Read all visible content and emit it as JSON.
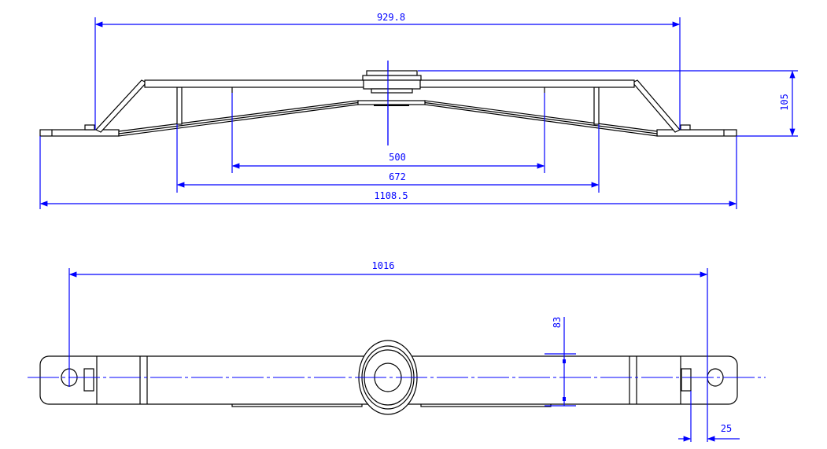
{
  "drawing": {
    "front_view": {
      "dimensions": {
        "overall_top": "929.8",
        "height": "105",
        "inner_500": "500",
        "inner_672": "672",
        "overall_length": "1108.5"
      }
    },
    "plan_view": {
      "dimensions": {
        "hole_spacing": "1016",
        "width": "83",
        "hole_offset": "25"
      }
    },
    "colors": {
      "geometry": "#000000",
      "dimension": "#0000ff"
    }
  }
}
